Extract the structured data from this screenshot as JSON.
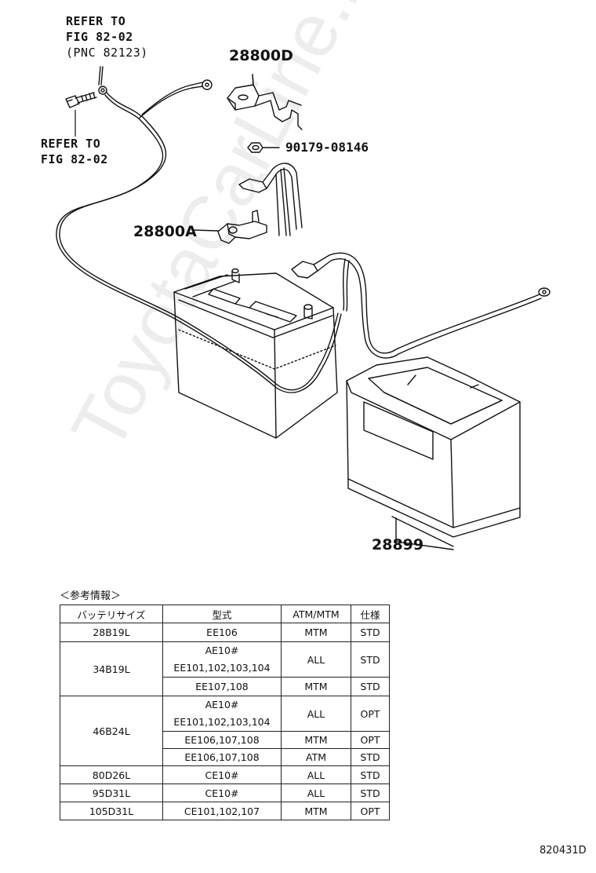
{
  "labels": {
    "refer1": [
      "REFER TO",
      "FIG 82-02",
      "(PNC 82123)"
    ],
    "refer2": [
      "REFER TO",
      "FIG 82-02"
    ],
    "p28800D": "28800D",
    "p90179": "90179-08146",
    "p28800A": "28800A",
    "p28899": "28899"
  },
  "watermark": "ToyotaCarLine.ru",
  "reference": {
    "heading": "＜参考情報＞",
    "headers": [
      "バッテリサイズ",
      "型式",
      "ATM/MTM",
      "仕様"
    ],
    "rows": [
      {
        "size": "28B19L",
        "model": "EE106",
        "trans": "MTM",
        "spec": "STD"
      },
      {
        "size": "34B19L",
        "model_a": "AE10#",
        "model_b": "EE101,102,103,104",
        "trans_a": "ALL",
        "spec_a": "STD",
        "model_c": "EE107,108",
        "trans_c": "MTM",
        "spec_c": "STD"
      },
      {
        "size": "46B24L",
        "model_a": "AE10#",
        "model_b": "EE101,102,103,104",
        "trans_a": "ALL",
        "spec_a": "OPT",
        "model_c": "EE106,107,108",
        "trans_c": "MTM",
        "spec_c": "OPT",
        "model_d": "EE106,107,108",
        "trans_d": "ATM",
        "spec_d": "STD"
      },
      {
        "size": "80D26L",
        "model": "CE10#",
        "trans": "ALL",
        "spec": "STD"
      },
      {
        "size": "95D31L",
        "model": "CE10#",
        "trans": "ALL",
        "spec": "STD"
      },
      {
        "size": "105D31L",
        "model": "CE101,102,107",
        "trans": "MTM",
        "spec": "OPT"
      }
    ]
  },
  "diagram_code": "820431D"
}
